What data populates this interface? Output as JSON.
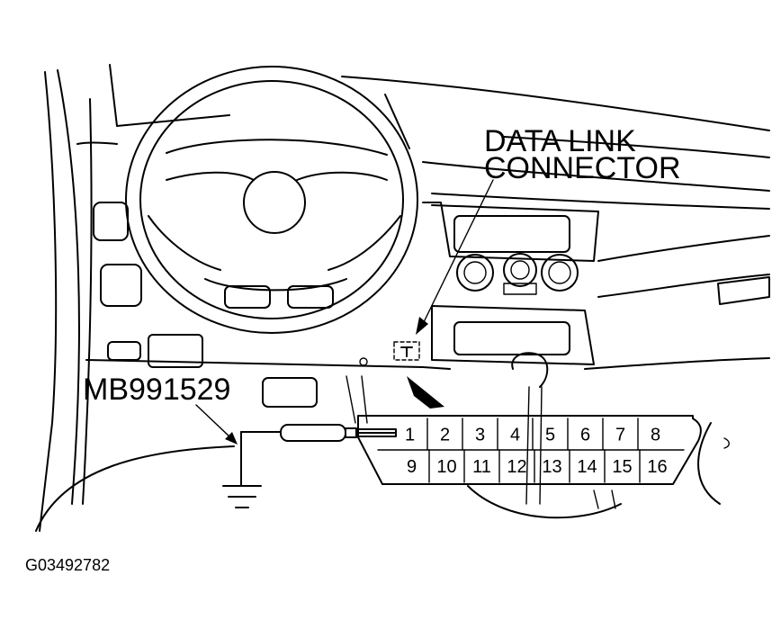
{
  "callout": {
    "line1": "DATA LINK",
    "line2": "CONNECTOR"
  },
  "tool_label": "MB991529",
  "figure_id": "G03492782",
  "connector": {
    "top_pins": [
      "1",
      "2",
      "3",
      "4",
      "5",
      "6",
      "7",
      "8"
    ],
    "bottom_pins": [
      "9",
      "10",
      "11",
      "12",
      "13",
      "14",
      "15",
      "16"
    ]
  }
}
